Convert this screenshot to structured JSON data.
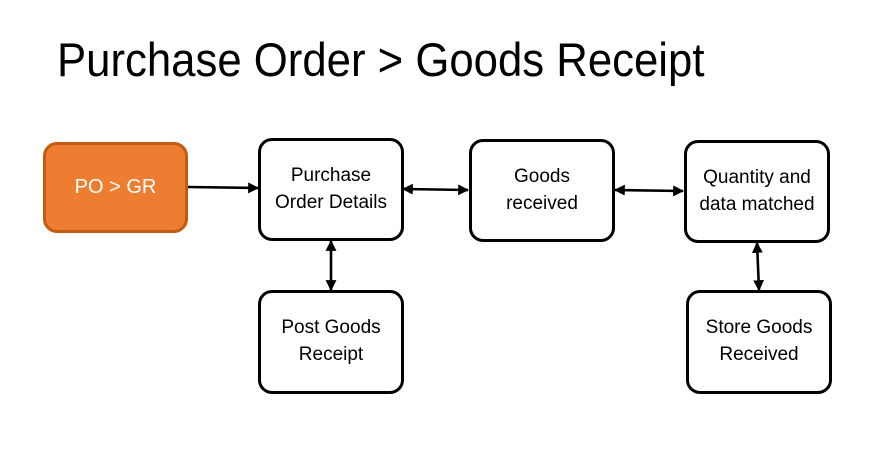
{
  "title": "Purchase Order > Goods Receipt",
  "colors": {
    "start_fill": "#ed7d31",
    "start_border": "#c55a11",
    "node_border": "#000000",
    "node_fill": "#ffffff"
  },
  "nodes": {
    "start": {
      "label": "PO > GR"
    },
    "po_details": {
      "label": "Purchase Order Details"
    },
    "goods_received": {
      "label": "Goods received"
    },
    "qty_matched": {
      "label": "Quantity and data matched"
    },
    "post_gr": {
      "label": "Post Goods Receipt"
    },
    "store_goods": {
      "label": "Store Goods Received"
    }
  },
  "edges": [
    {
      "from": "start",
      "to": "po_details",
      "direction": "one-way"
    },
    {
      "from": "po_details",
      "to": "goods_received",
      "direction": "two-way"
    },
    {
      "from": "goods_received",
      "to": "qty_matched",
      "direction": "two-way"
    },
    {
      "from": "po_details",
      "to": "post_gr",
      "direction": "two-way"
    },
    {
      "from": "qty_matched",
      "to": "store_goods",
      "direction": "two-way"
    }
  ]
}
